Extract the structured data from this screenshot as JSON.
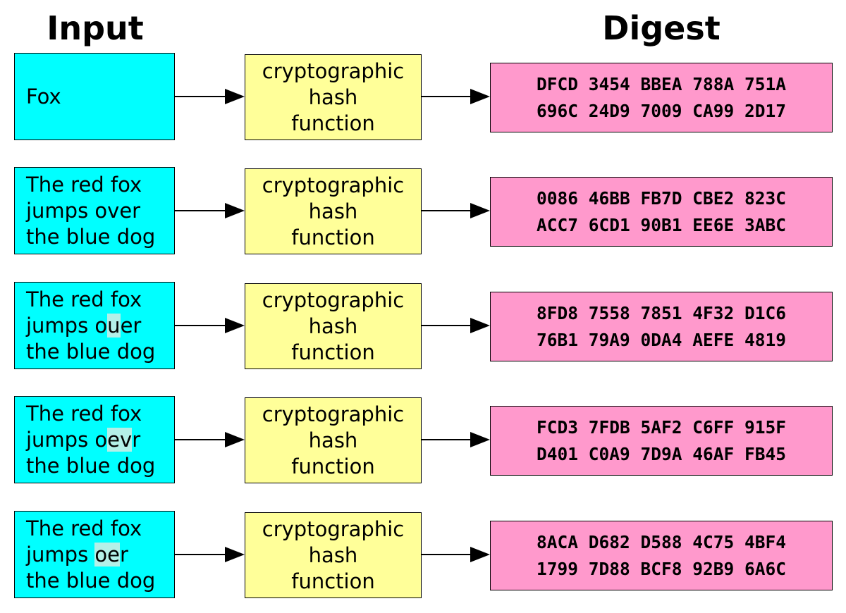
{
  "headings": {
    "input": "Input",
    "digest": "Digest"
  },
  "hash_label": [
    "cryptographic",
    "hash",
    "function"
  ],
  "rows": [
    {
      "input_lines": [
        [
          "Fox"
        ]
      ],
      "digest_lines": [
        "DFCD 3454 BBEA 788A 751A",
        "696C 24D9 7009 CA99 2D17"
      ]
    },
    {
      "input_lines": [
        [
          "The red fox"
        ],
        [
          "jumps over"
        ],
        [
          "the blue dog"
        ]
      ],
      "digest_lines": [
        "0086 46BB FB7D CBE2 823C",
        "ACC7 6CD1 90B1 EE6E 3ABC"
      ]
    },
    {
      "input_lines": [
        [
          "The red fox"
        ],
        [
          "jumps o",
          "u",
          "er"
        ],
        [
          "the blue dog"
        ]
      ],
      "digest_lines": [
        "8FD8 7558 7851 4F32 D1C6",
        "76B1 79A9 0DA4 AEFE 4819"
      ]
    },
    {
      "input_lines": [
        [
          "The red fox"
        ],
        [
          "jumps o",
          "ev",
          "r"
        ],
        [
          "the blue dog"
        ]
      ],
      "digest_lines": [
        "FCD3 7FDB 5AF2 C6FF 915F",
        "D401 C0A9 7D9A 46AF FB45"
      ]
    },
    {
      "input_lines": [
        [
          "The red fox"
        ],
        [
          "jumps ",
          "oe",
          "r"
        ],
        [
          "the blue dog"
        ]
      ],
      "digest_lines": [
        "8ACA D682 D588 4C75 4BF4",
        "1799 7D88 BCF8 92B9 6A6C"
      ]
    }
  ],
  "colors": {
    "input_fill": "#00ffff",
    "hash_fill": "#ffff99",
    "digest_fill": "#ff99cc",
    "change_highlight": "#b4f0e8"
  }
}
